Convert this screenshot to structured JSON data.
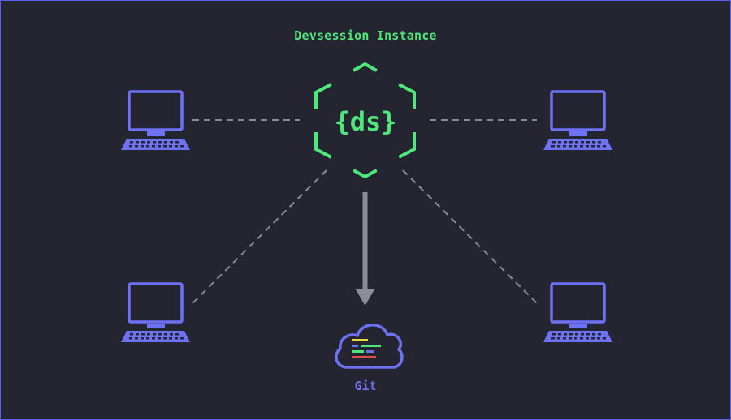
{
  "diagram": {
    "title": "Devsession Instance",
    "logo_text": "{ds}",
    "git_label": "Git"
  },
  "colors": {
    "background": "#252431",
    "border": "#5b5ff0",
    "accent_green": "#4ee87a",
    "computer_blue": "#6d72f5",
    "dashed_line": "#8a8a94",
    "arrow": "#8d8c96"
  },
  "icons": {
    "hub": "hexagon-icon",
    "computers": [
      "computer-icon",
      "computer-icon",
      "computer-icon",
      "computer-icon"
    ],
    "repository": "cloud-git-icon"
  }
}
